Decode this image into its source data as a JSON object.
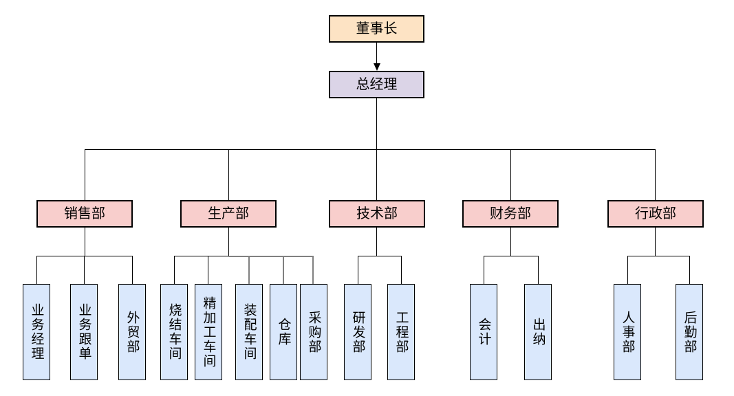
{
  "chairman": {
    "label": "董事长"
  },
  "general_manager": {
    "label": "总经理"
  },
  "departments": [
    {
      "label": "销售部",
      "units": [
        {
          "label": "业务经理"
        },
        {
          "label": "业务跟单"
        },
        {
          "label": "外贸部"
        }
      ]
    },
    {
      "label": "生产部",
      "units": [
        {
          "label": "烧结车间"
        },
        {
          "label": "精加工车间"
        },
        {
          "label": "装配车间"
        },
        {
          "label": "仓库"
        },
        {
          "label": "采购部"
        }
      ]
    },
    {
      "label": "技术部",
      "units": [
        {
          "label": "研发部"
        },
        {
          "label": "工程部"
        }
      ]
    },
    {
      "label": "财务部",
      "units": [
        {
          "label": "会计"
        },
        {
          "label": "出纳"
        }
      ]
    },
    {
      "label": "行政部",
      "units": [
        {
          "label": "人事部"
        },
        {
          "label": "后勤部"
        }
      ]
    }
  ],
  "colors": {
    "chairman_fill": "#fde3c4",
    "general_manager_fill": "#dbd4e7",
    "department_fill": "#f8cecc",
    "unit_fill": "#dae8fc",
    "border": "#000000",
    "connector": "#000000",
    "connector_gray": "#808080",
    "background": "#ffffff"
  }
}
